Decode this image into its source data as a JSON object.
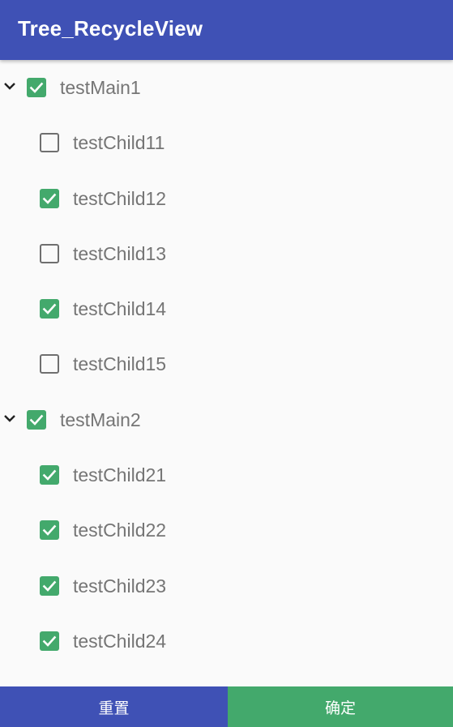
{
  "app": {
    "title": "Tree_RecycleView",
    "primary_color": "#3f51b5",
    "accent_color": "#43a96c"
  },
  "tree": [
    {
      "label": "testMain1",
      "checked": true,
      "expanded": true,
      "children": [
        {
          "label": "testChild11",
          "checked": false
        },
        {
          "label": "testChild12",
          "checked": true
        },
        {
          "label": "testChild13",
          "checked": false
        },
        {
          "label": "testChild14",
          "checked": true
        },
        {
          "label": "testChild15",
          "checked": false
        }
      ]
    },
    {
      "label": "testMain2",
      "checked": true,
      "expanded": true,
      "children": [
        {
          "label": "testChild21",
          "checked": true
        },
        {
          "label": "testChild22",
          "checked": true
        },
        {
          "label": "testChild23",
          "checked": true
        },
        {
          "label": "testChild24",
          "checked": true
        }
      ]
    }
  ],
  "buttons": {
    "reset_label": "重置",
    "confirm_label": "确定"
  }
}
